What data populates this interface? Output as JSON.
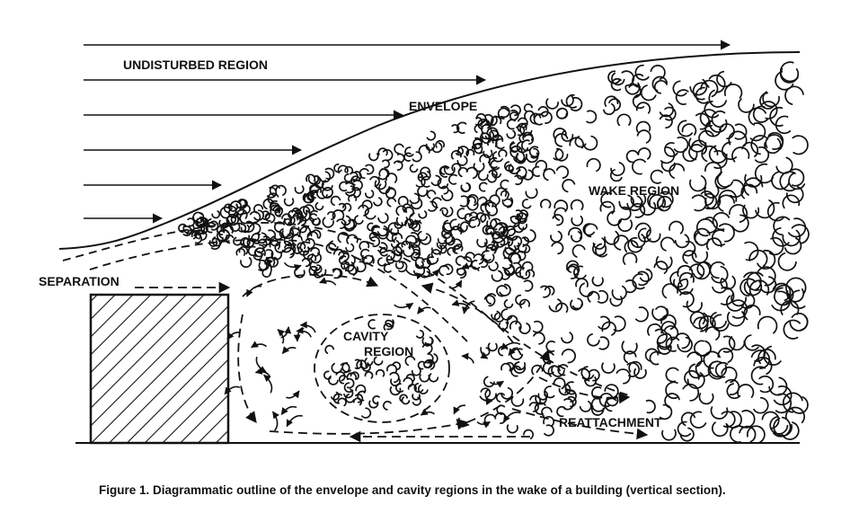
{
  "labels": {
    "undisturbed": "UNDISTURBED REGION",
    "envelope": "ENVELOPE",
    "wake": "WAKE REGION",
    "separation": "SEPARATION",
    "cavity_line1": "CAVITY",
    "cavity_line2": "REGION",
    "reattachment": "REATTACHMENT"
  },
  "caption": {
    "figure": "Figure 1.",
    "text": "Diagrammatic outline of the envelope and cavity regions in the wake of a building (vertical section)."
  },
  "colors": {
    "ink": "#111111",
    "background": "#ffffff"
  }
}
